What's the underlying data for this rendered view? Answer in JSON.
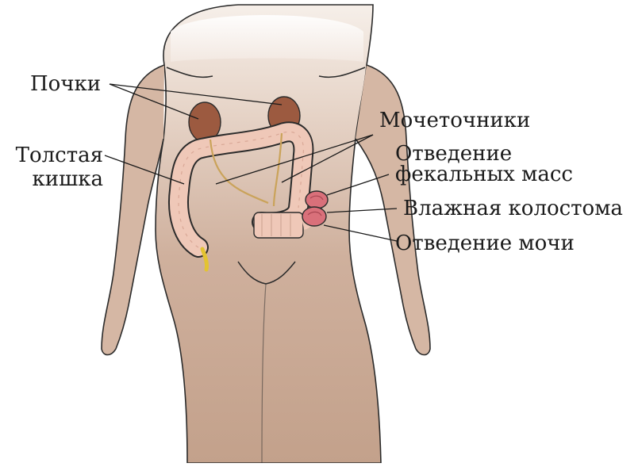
{
  "labels": {
    "kidneys": "Почки",
    "colon_line1": "Толстая",
    "colon_line2": "кишка",
    "ureters": "Мочеточники",
    "fecal_line1": "Отведение",
    "fecal_line2": "фекальных масс",
    "wet_colostomy": "Влажная колостома",
    "urinary": "Отведение мочи"
  },
  "colors": {
    "skin_dark": "#c9a894",
    "skin_light": "#f1e7df",
    "outline": "#2b2b2b",
    "colon": "#efc8b8",
    "kidney": "#9c5a40",
    "stoma": "#d9707a",
    "ureter": "#caa35a",
    "appendix": "#e3c331"
  }
}
